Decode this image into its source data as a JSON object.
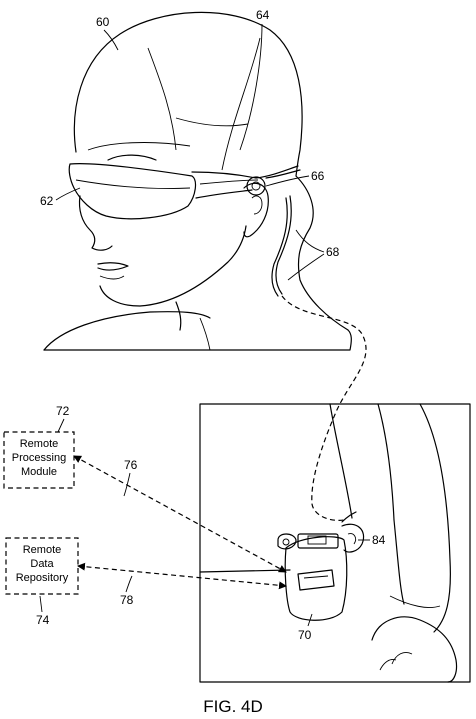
{
  "figure": {
    "caption": "FIG. 4D",
    "labels": {
      "head": "60",
      "eyewear": "62",
      "frame": "64",
      "speaker": "66",
      "cable": "68",
      "local_module": "70",
      "remote_processing": "72",
      "remote_repository": "74",
      "link_processing": "76",
      "link_repository": "78",
      "belt_clip": "84"
    },
    "boxes": {
      "processing": {
        "lines": [
          "Remote",
          "Processing",
          "Module"
        ]
      },
      "repository": {
        "lines": [
          "Remote",
          "Data",
          "Repository"
        ]
      }
    }
  }
}
